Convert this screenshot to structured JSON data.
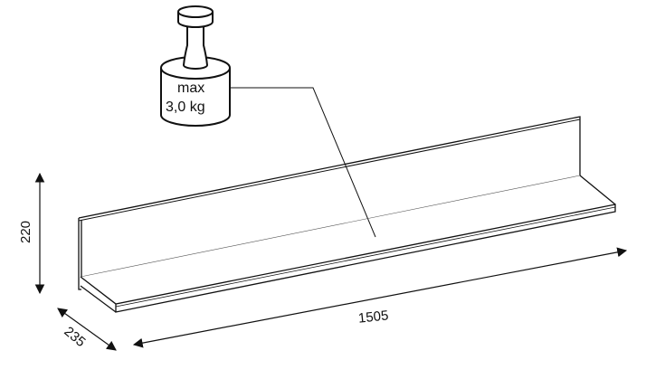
{
  "weight": {
    "line1": "max",
    "line2": "3,0 kg"
  },
  "dimensions": {
    "height": "220",
    "depth": "235",
    "width": "1505"
  },
  "colors": {
    "stroke": "#111111"
  }
}
